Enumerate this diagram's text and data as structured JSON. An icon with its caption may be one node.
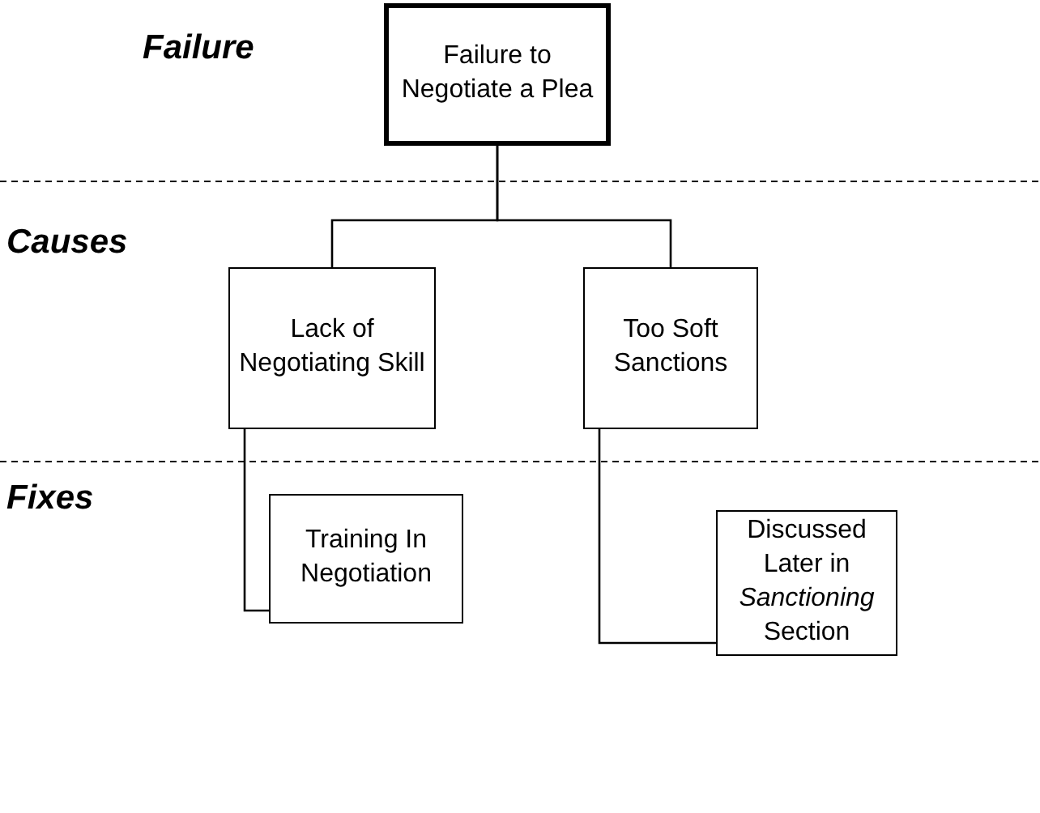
{
  "diagram": {
    "nodes": [
      {
        "text": [
          "Failure to Negotiate a Plea"
        ]
      },
      {
        "text": [
          "Lack of Negotiating Skill"
        ]
      },
      {
        "text": [
          "Too Soft Sanctions"
        ]
      },
      {
        "text": [
          "Training In Negotiation"
        ]
      },
      {
        "text": [
          "Discussed Later in *Sanctioning* Section"
        ]
      }
    ],
    "edges": [
      {
        "from": 0,
        "to": 1,
        "arrow": "none"
      },
      {
        "from": 0,
        "to": 2,
        "arrow": "none"
      },
      {
        "from": 1,
        "to": 3,
        "arrow": "none"
      },
      {
        "from": 2,
        "to": 4,
        "arrow": "none"
      }
    ],
    "labels": [
      "Failure",
      "Causes",
      "Fixes"
    ]
  }
}
